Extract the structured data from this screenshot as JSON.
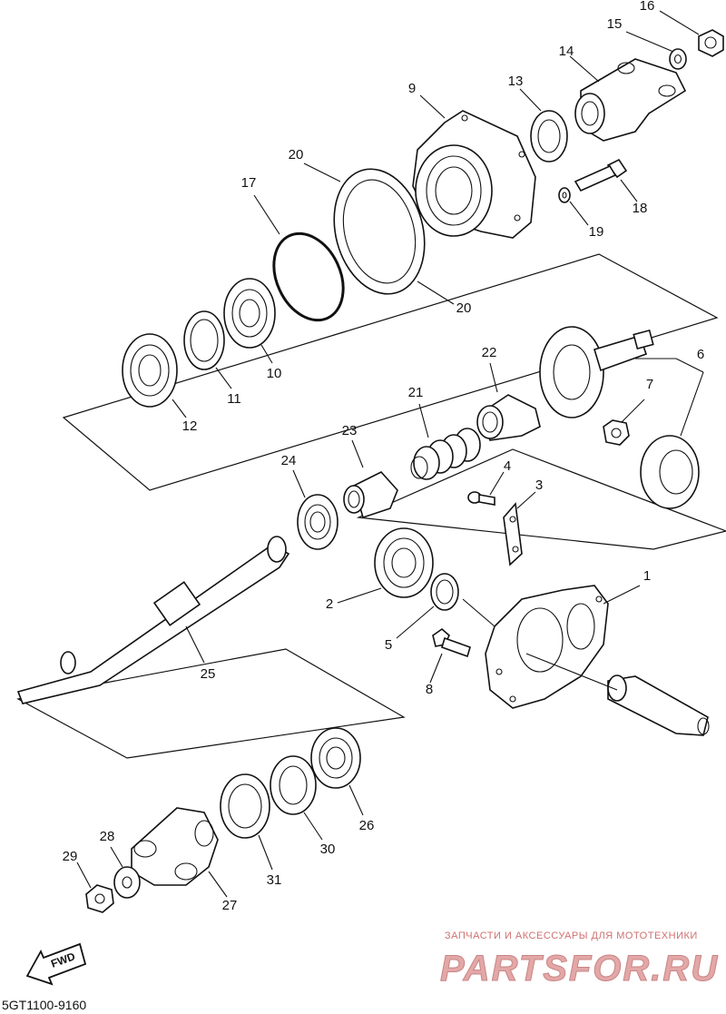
{
  "diagram_code": "5GT1100-9160",
  "fwd_label": "FWD",
  "watermark": {
    "line1": "ЗАПЧАСТИ И АКСЕССУАРЫ ДЛЯ МОТОТЕХНИКИ",
    "line2": "PARTSFOR.RU"
  },
  "callouts": {
    "p1": "1",
    "p2": "2",
    "p3": "3",
    "p4": "4",
    "p5": "5",
    "p6": "6",
    "p7": "7",
    "p8": "8",
    "p9": "9",
    "p10": "10",
    "p11": "11",
    "p12": "12",
    "p13": "13",
    "p14": "14",
    "p15": "15",
    "p16": "16",
    "p17": "17",
    "p18": "18",
    "p19": "19",
    "p20a": "20",
    "p20b": "20",
    "p21": "21",
    "p22": "22",
    "p23": "23",
    "p24": "24",
    "p25": "25",
    "p26": "26",
    "p27": "27",
    "p28": "28",
    "p29": "29",
    "p30": "30",
    "p31": "31"
  }
}
